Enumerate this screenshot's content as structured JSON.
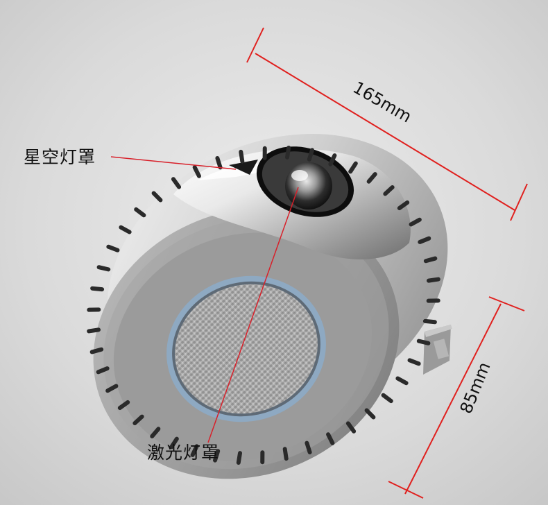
{
  "labels": {
    "star_cover": "星空灯罩",
    "laser_cover": "激光灯罩"
  },
  "dimensions": {
    "width_label": "165mm",
    "height_label": "85mm"
  },
  "colors": {
    "background": "#d9d9d9",
    "dimension_line": "#e0201e",
    "pointer_line": "#d8202a",
    "text": "#111111",
    "lens_ring": "#8ea9c2"
  }
}
